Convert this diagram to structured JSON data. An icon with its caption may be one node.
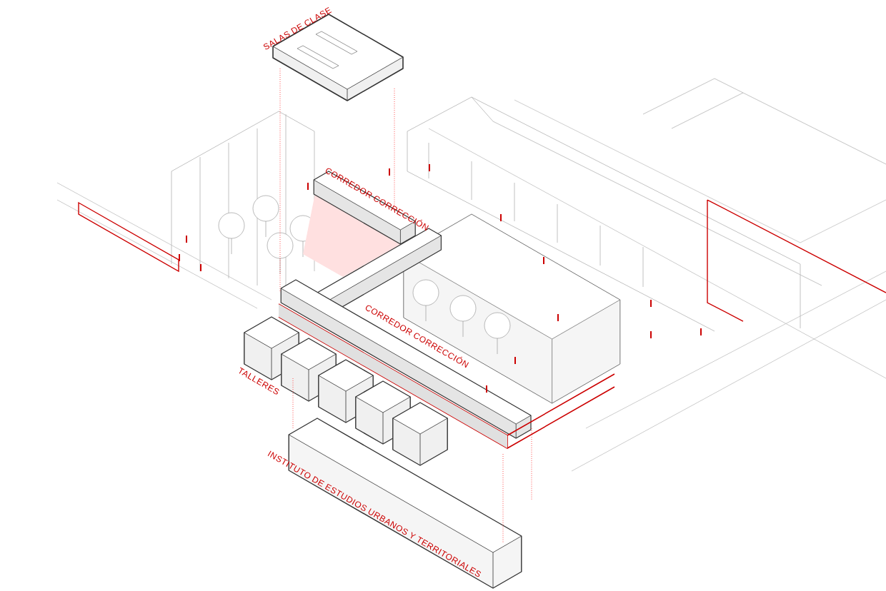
{
  "diagram": {
    "labels": [
      "SALAS DE CLASE",
      "CORREDOR CORRECCIÓN",
      "CORREDOR CORRECCIÓN",
      "TALLERES",
      "INSTITUTO DE ESTUDIOS URBANOS Y TERRITORIALES"
    ]
  }
}
